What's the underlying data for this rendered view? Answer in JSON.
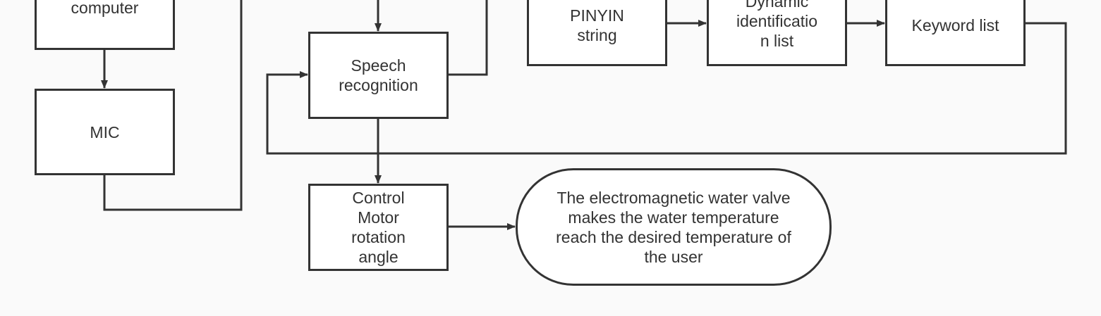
{
  "diagram": {
    "nodes": {
      "single_chip": "Single-chip\ncomputer",
      "mic": "MIC",
      "speech": "Speech\nrecognition",
      "pinyin": "PINYIN\nstring",
      "dynamic": "Dynamic\nidentificatio\nn list",
      "keyword": "Keyword list",
      "control": "Control\nMotor\nrotation\nangle",
      "valve": "The electromagnetic water valve\nmakes the water temperature\nreach the desired temperature of\nthe user"
    },
    "colors": {
      "stroke": "#333333",
      "fill": "#ffffff",
      "background": "#fafafa"
    }
  }
}
